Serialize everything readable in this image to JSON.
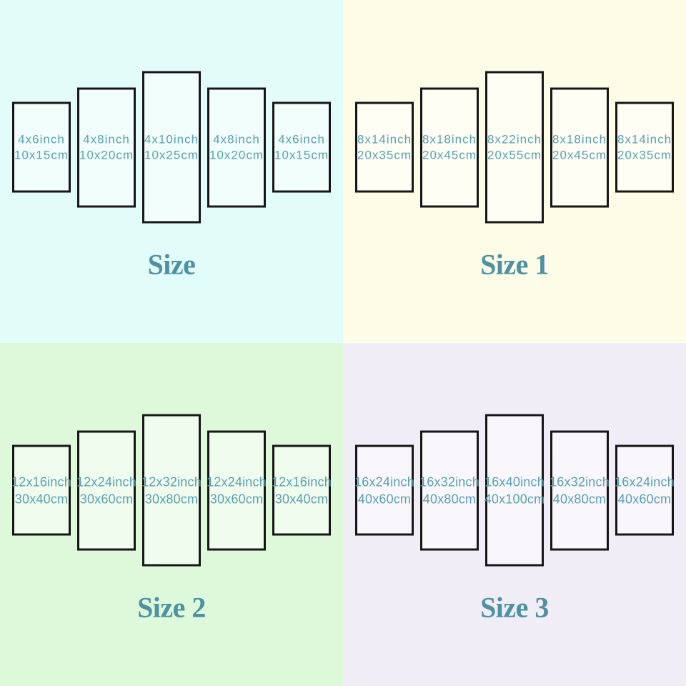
{
  "colors": {
    "panel_border": "#161616",
    "panel_fill": "rgba(255,255,255,0.55)",
    "label_text": "#58a0b2",
    "title_text": "#4d91a2"
  },
  "quadrants": [
    {
      "name": "size",
      "title": "Size",
      "background": "#e1fcf9",
      "panels": [
        {
          "line1": "4x6inch",
          "line2": "10x15cm"
        },
        {
          "line1": "4x8inch",
          "line2": "10x20cm"
        },
        {
          "line1": "4x10inch",
          "line2": "10x25cm"
        },
        {
          "line1": "4x8inch",
          "line2": "10x20cm"
        },
        {
          "line1": "4x6inch",
          "line2": "10x15cm"
        }
      ]
    },
    {
      "name": "size-1",
      "title": "Size 1",
      "background": "#fdfce7",
      "panels": [
        {
          "line1": "8x14inch",
          "line2": "20x35cm"
        },
        {
          "line1": "8x18inch",
          "line2": "20x45cm"
        },
        {
          "line1": "8x22inch",
          "line2": "20x55cm"
        },
        {
          "line1": "8x18inch",
          "line2": "20x45cm"
        },
        {
          "line1": "8x14inch",
          "line2": "20x35cm"
        }
      ]
    },
    {
      "name": "size-2",
      "title": "Size 2",
      "background": "#ddf9da",
      "panels": [
        {
          "line1": "12x16inch",
          "line2": "30x40cm"
        },
        {
          "line1": "12x24inch",
          "line2": "30x60cm"
        },
        {
          "line1": "12x32inch",
          "line2": "30x80cm"
        },
        {
          "line1": "12x24inch",
          "line2": "30x60cm"
        },
        {
          "line1": "12x16inch",
          "line2": "30x40cm"
        }
      ]
    },
    {
      "name": "size-3",
      "title": "Size 3",
      "background": "#f1edf7",
      "panels": [
        {
          "line1": "16x24inch",
          "line2": "40x60cm"
        },
        {
          "line1": "16x32inch",
          "line2": "40x80cm"
        },
        {
          "line1": "16x40inch",
          "line2": "40x100cm"
        },
        {
          "line1": "16x32inch",
          "line2": "40x80cm"
        },
        {
          "line1": "16x24inch",
          "line2": "40x60cm"
        }
      ]
    }
  ]
}
